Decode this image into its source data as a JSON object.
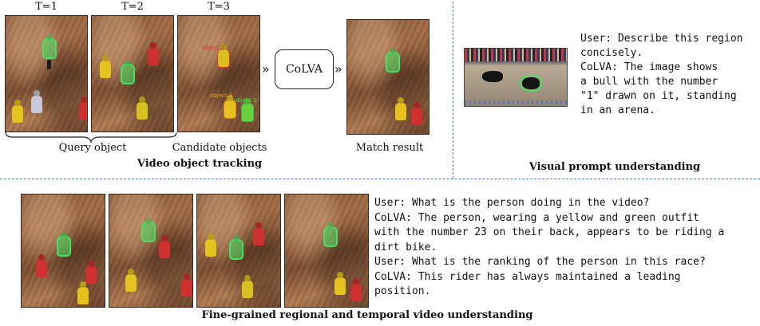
{
  "tracking": {
    "time_labels": [
      "T=1",
      "T=2",
      "T=3"
    ],
    "query_caption": "Query object",
    "candidate_caption": "Candidate objects",
    "model_label": "CoLVA",
    "match_caption": "Match result",
    "section_title": "Video object tracking",
    "candidate_tags": [
      "object 1",
      "object 2",
      "object 3"
    ]
  },
  "visual_prompt": {
    "section_title": "Visual prompt understanding",
    "dialog": [
      "User: Describe this region",
      "concisely.",
      "CoLVA: The image shows",
      "a bull with the number",
      "\"1\" drawn on it, standing",
      "in an arena."
    ]
  },
  "video_understanding": {
    "section_title": "Fine-grained regional and temporal video understanding",
    "dialog": [
      "User: What is the person doing in the video?",
      "CoLVA: The person, wearing a yellow and green outfit",
      "with the number 23 on their back, appears to be riding a",
      "dirt bike.",
      "User: What  is the ranking of the person in this race?",
      "CoLVA: This rider has always maintained a leading",
      "position."
    ]
  },
  "colors": {
    "highlight": "#48e063",
    "divider": "#4a72b8"
  }
}
